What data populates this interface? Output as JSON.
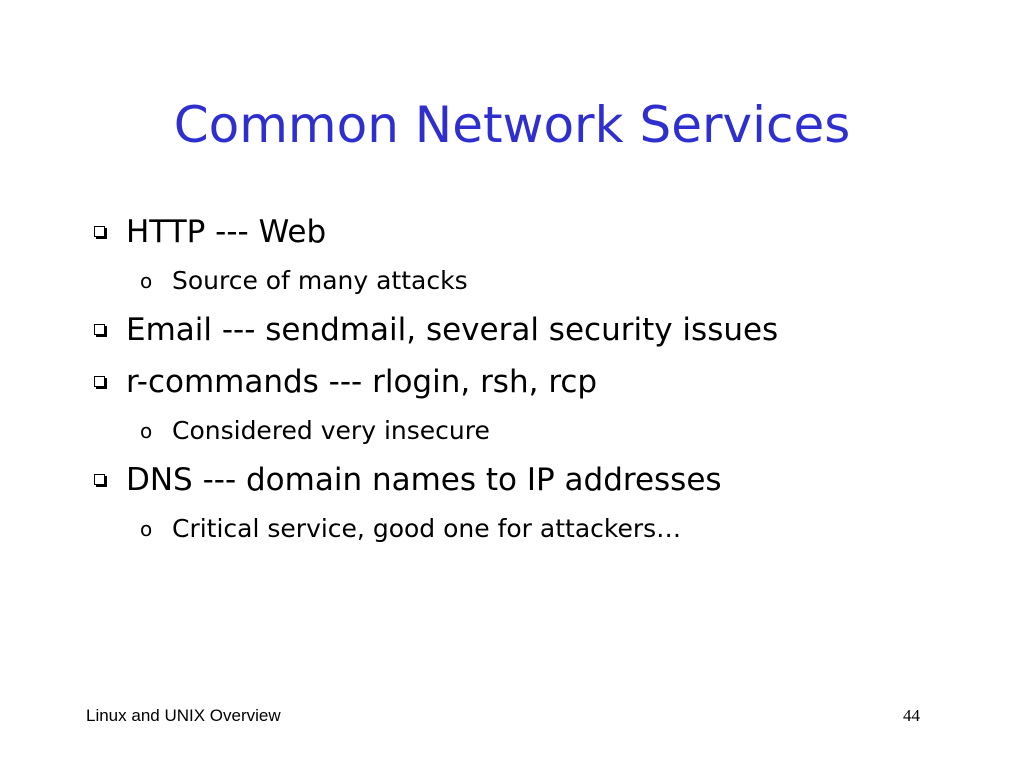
{
  "slide": {
    "title": "Common Network Services",
    "bullets": [
      {
        "text": "HTTP --- Web",
        "sub": [
          "Source of many attacks"
        ]
      },
      {
        "text": "Email --- sendmail, several security issues",
        "sub": []
      },
      {
        "text": "r-commands --- rlogin, rsh, rcp",
        "sub": [
          "Considered very insecure"
        ]
      },
      {
        "text": "DNS --- domain names to IP addresses",
        "sub": [
          "Critical service, good one for attackers…"
        ]
      }
    ],
    "sub_marker": "o",
    "footer": "Linux and UNIX Overview",
    "page_number": "44",
    "colors": {
      "title": "#2f2fd0",
      "text": "#000000",
      "background": "#ffffff"
    }
  }
}
